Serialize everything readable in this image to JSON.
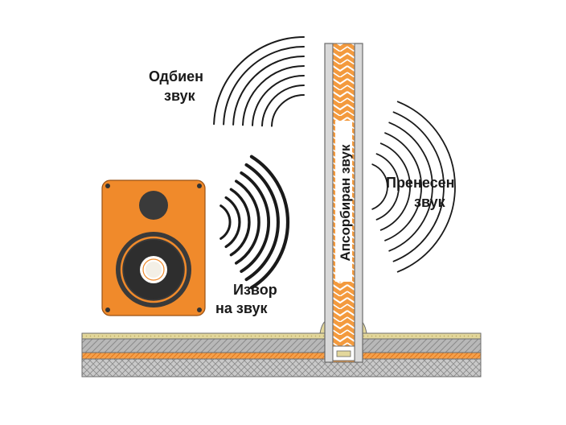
{
  "labels": {
    "reflected_line1": "Одбиен",
    "reflected_line2": "звук",
    "source_line1": "Извор",
    "source_line2": "на звук",
    "transmitted_line1": "Пренесен",
    "transmitted_line2": "звук",
    "absorbed": "Апсорбиран звук"
  },
  "colors": {
    "orange": "#f08a2b",
    "insulation_orange": "#f39a3e",
    "dark_speaker": "#3a3a3a",
    "wave_stroke": "#1a1a1a",
    "screed_gray": "#b5b5b5",
    "floor_cream": "#e3d79b",
    "wall_gray": "#d7d7d7"
  },
  "icons": {
    "speaker": "speaker-icon",
    "source_waves": "sound-waves-icon"
  }
}
